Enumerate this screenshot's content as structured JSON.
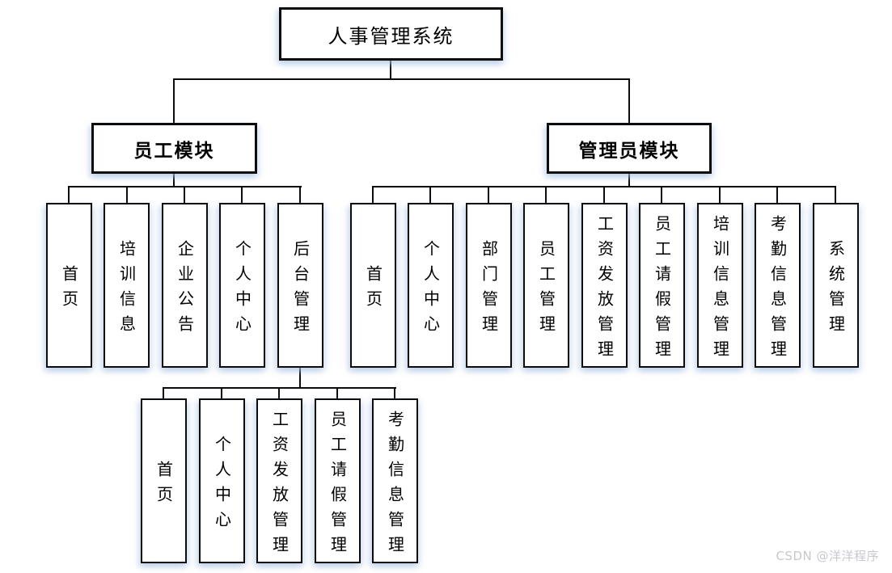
{
  "title": {
    "root": "人事管理系统"
  },
  "modules": {
    "employee": {
      "label": "员工模块",
      "children": [
        "首页",
        "培训信息",
        "企业公告",
        "个人中心",
        "后台管理"
      ]
    },
    "admin": {
      "label": "管理员模块",
      "children": [
        "首页",
        "个人中心",
        "部门管理",
        "员工管理",
        "工资发放管理",
        "员工请假管理",
        "培训信息管理",
        "考勤信息管理",
        "系统管理"
      ]
    }
  },
  "backend_children": [
    "首页",
    "个人中心",
    "工资发放管理",
    "员工请假管理",
    "考勤信息管理"
  ],
  "watermark": "CSDN @洋洋程序",
  "colors": {
    "line": "#0c0c0c",
    "box_background": "#ffffff",
    "box_shadow": "#cddcef",
    "watermark_text": "#c6c8cc"
  }
}
